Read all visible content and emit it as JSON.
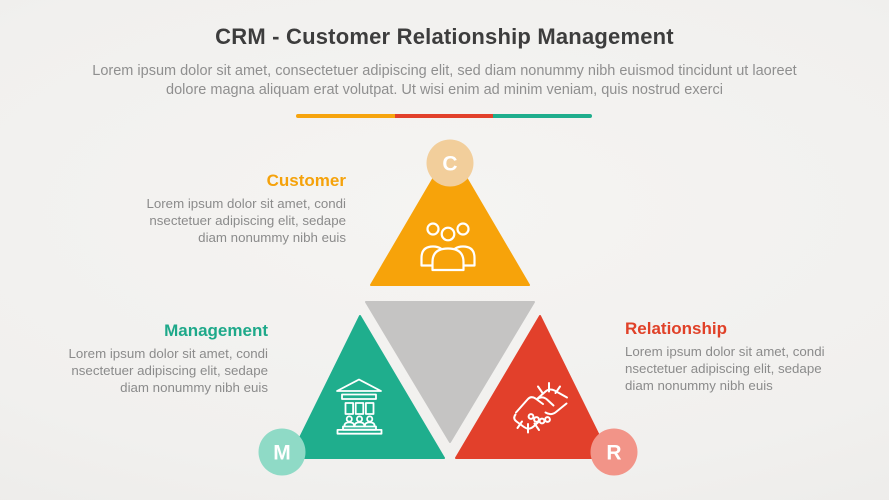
{
  "header": {
    "title": "CRM - Customer Relationship Management",
    "subtitle": "Lorem ipsum dolor sit amet, consectetuer adipiscing elit, sed diam nonummy nibh euismod tincidunt ut laoreet dolore magna aliquam erat volutpat. Ut wisi enim ad minim veniam, quis nostrud exerci"
  },
  "divider": {
    "segment_colors": [
      "#F6A40E",
      "#E2402B",
      "#1FAE8D"
    ]
  },
  "sections": {
    "customer": {
      "label": "Customer",
      "letter": "C",
      "description": "Lorem ipsum dolor sit amet, condi nsectetuer adipiscing elit, sedape diam nonummy nibh euis",
      "triangle_color": "#F7A30A",
      "badge_color": "#F2CE9B",
      "icon": "people-group-icon"
    },
    "management": {
      "label": "Management",
      "letter": "M",
      "description": "Lorem ipsum dolor sit amet, condi nsectetuer adipiscing elit, sedape diam nonummy nibh euis",
      "triangle_color": "#1FAE8D",
      "badge_color": "#8FDAC6",
      "icon": "bank-building-icon"
    },
    "relationship": {
      "label": "Relationship",
      "letter": "R",
      "description": "Lorem ipsum dolor sit amet, condi nsectetuer adipiscing elit, sedape diam nonummy nibh euis",
      "triangle_color": "#E2402B",
      "badge_color": "#F29488",
      "icon": "handshake-icon"
    }
  },
  "center_shape_color": "#C5C4C3",
  "background_color": "#F0EFED",
  "text_colors": {
    "title": "#3D3D3D",
    "body": "#8B8B8B"
  }
}
